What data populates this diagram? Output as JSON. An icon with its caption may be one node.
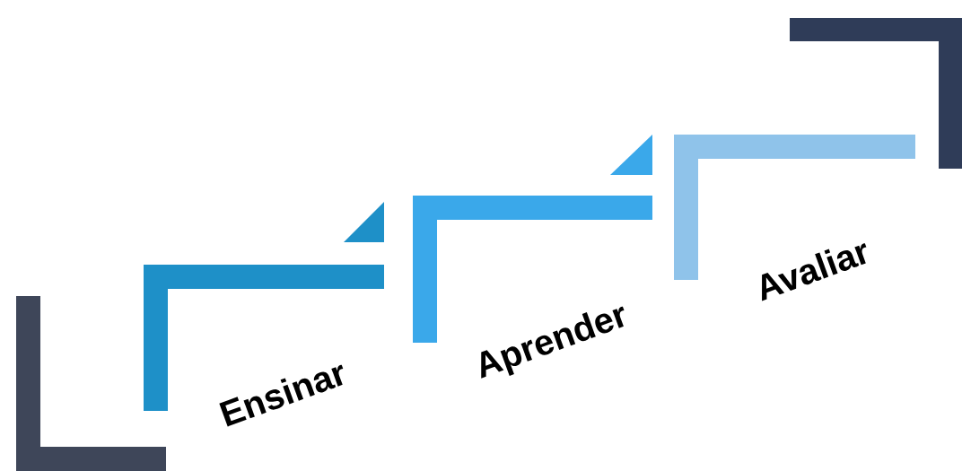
{
  "diagram": {
    "labels": [
      "Ensinar",
      "Aprender",
      "Avaliar"
    ]
  }
}
